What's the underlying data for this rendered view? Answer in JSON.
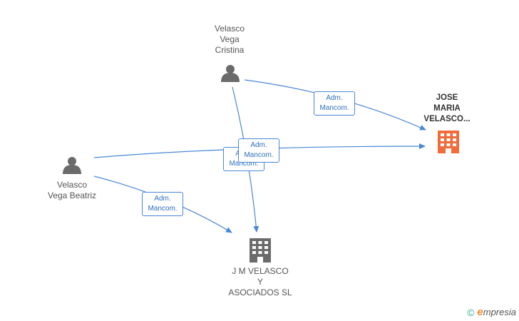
{
  "nodes": {
    "cristina": {
      "label": "Velasco\nVega\nCristina",
      "type": "person"
    },
    "beatriz": {
      "label": "Velasco\nVega Beatriz",
      "type": "person"
    },
    "jose_maria": {
      "label": "JOSE\nMARIA\nVELASCO...",
      "type": "company",
      "highlight": true
    },
    "jm_velasco": {
      "label": "J M VELASCO\nY\nASOCIADOS SL",
      "type": "company"
    }
  },
  "edges": [
    {
      "from": "cristina",
      "to": "jose_maria",
      "label": "Adm.\nMancom."
    },
    {
      "from": "cristina",
      "to": "jm_velasco",
      "label": "Adm.\nMancom."
    },
    {
      "from": "beatriz",
      "to": "jose_maria",
      "label": "Adm.\nMancom."
    },
    {
      "from": "beatriz",
      "to": "jm_velasco",
      "label": "Adm.\nMancom."
    }
  ],
  "colors": {
    "edge": "#4a87d6",
    "person_icon": "#6b6b6b",
    "company_icon": "#6b6b6b",
    "highlight_company_icon": "#f26b3a"
  },
  "footer": {
    "copyright_symbol": "©",
    "brand_initial": "e",
    "brand_rest": "mpresia"
  }
}
